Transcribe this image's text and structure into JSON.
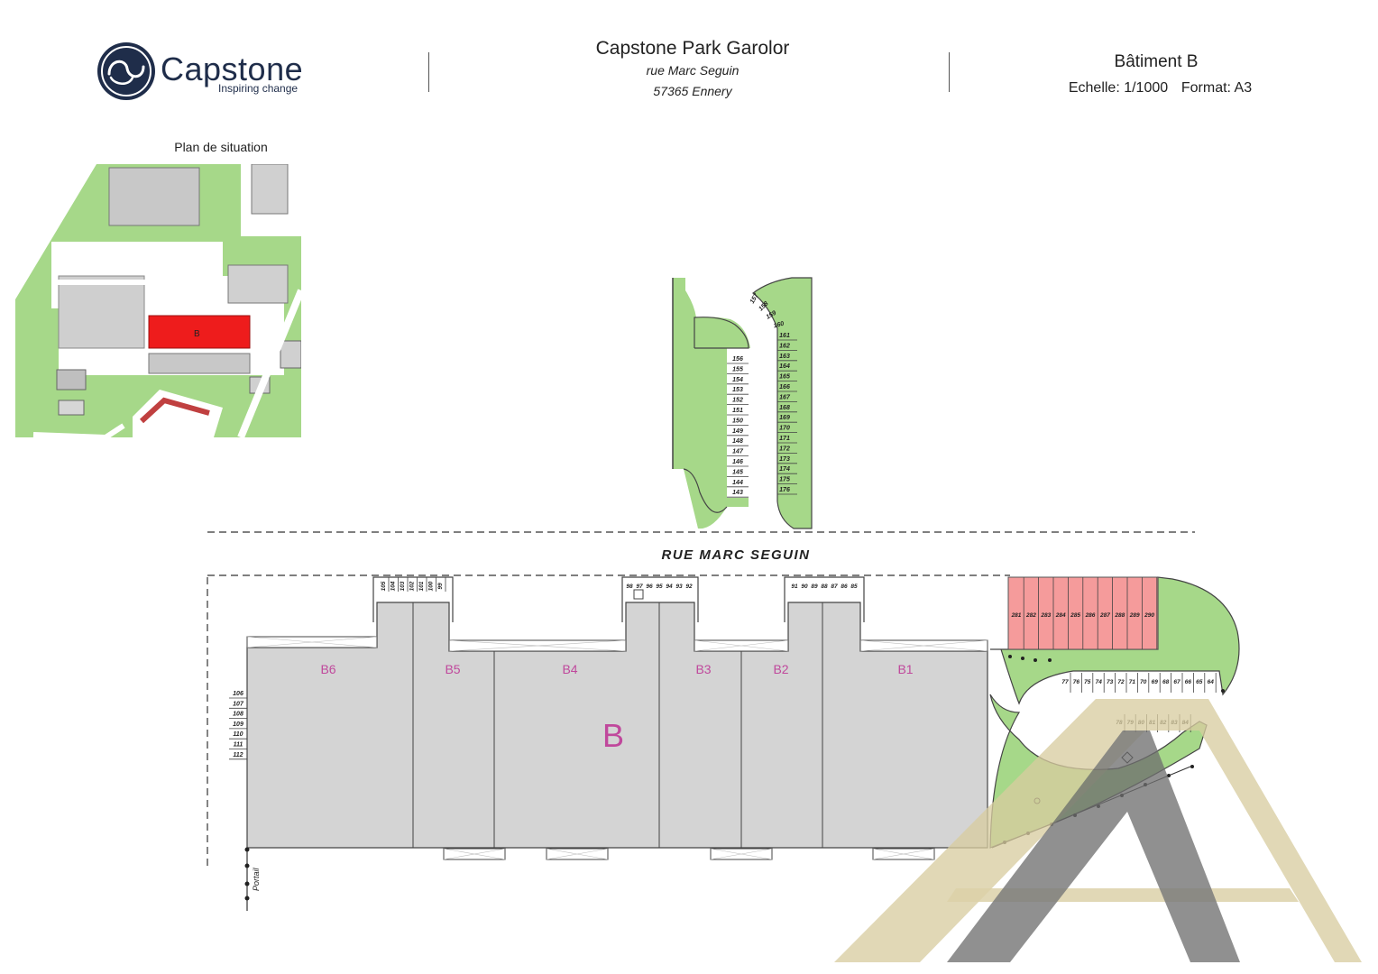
{
  "brand": {
    "name": "Capstone",
    "tagline": "Inspiring change",
    "navy": "#1f2d4a"
  },
  "project": {
    "title": "Capstone Park Garolor",
    "street": "rue Marc Seguin",
    "city": "57365 Ennery"
  },
  "sheet": {
    "building": "Bâtiment B",
    "scale": "Echelle: 1/1000",
    "format": "Format: A3"
  },
  "inset": {
    "title": "Plan de situation",
    "highlight_label": "B"
  },
  "road_label": "RUE MARC SEGUIN",
  "building": {
    "label": "B",
    "cells": [
      "B6",
      "B5",
      "B4",
      "B3",
      "B2",
      "B1"
    ]
  },
  "parking": {
    "north_left": [
      "156",
      "155",
      "154",
      "153",
      "152",
      "151",
      "150",
      "149",
      "148",
      "147",
      "146",
      "145",
      "144",
      "143"
    ],
    "north_right": [
      "157",
      "158",
      "159",
      "160",
      "161",
      "162",
      "163",
      "164",
      "165",
      "166",
      "167",
      "168",
      "169",
      "170",
      "171",
      "172",
      "173",
      "174",
      "175",
      "176"
    ],
    "bay_b5": [
      "105",
      "104",
      "103",
      "102",
      "101",
      "100",
      "99"
    ],
    "bay_b3": [
      "98",
      "97",
      "96",
      "95",
      "94",
      "93",
      "92"
    ],
    "bay_b1": [
      "91",
      "90",
      "89",
      "88",
      "87",
      "86",
      "85"
    ],
    "west": [
      "106",
      "107",
      "108",
      "109",
      "110",
      "111",
      "112"
    ],
    "pink": [
      "281",
      "282",
      "283",
      "284",
      "285",
      "286",
      "287",
      "288",
      "289",
      "290"
    ],
    "east_row1": [
      "77",
      "76",
      "75",
      "74",
      "73",
      "72",
      "71",
      "70",
      "69",
      "68",
      "67",
      "66",
      "65",
      "64"
    ],
    "east_row2": [
      "78",
      "79",
      "80",
      "81",
      "82",
      "83",
      "84"
    ],
    "gate_label": "Portail"
  },
  "colors": {
    "grass": "#a6d889",
    "building": "#d4d4d4",
    "highlight": "#ee1c1c",
    "pink": "#f59b9b",
    "label_magenta": "#c0489c",
    "watermark_light": "#d8cca0",
    "watermark_dark": "#6e6e6e"
  },
  "icons": [
    "capstone-logo-icon",
    "watermark-logo-icon"
  ]
}
